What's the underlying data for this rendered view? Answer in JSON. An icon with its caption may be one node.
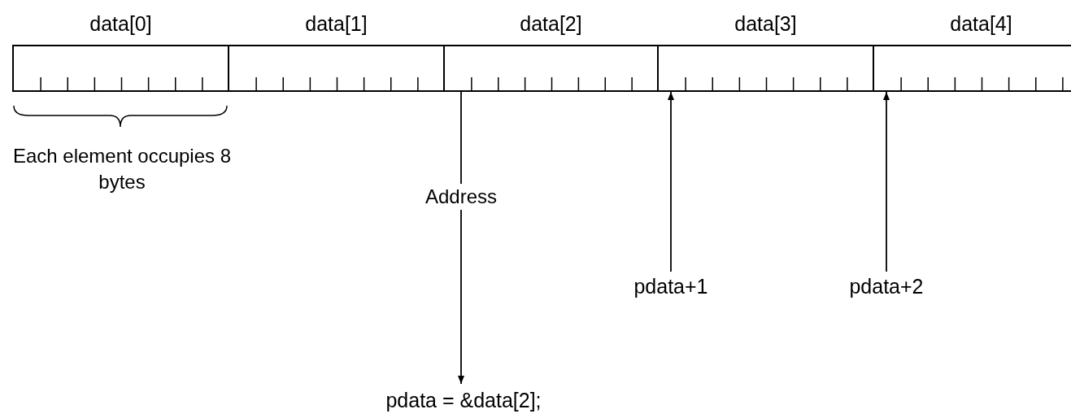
{
  "diagram": {
    "nodes": [
      {
        "text": [
          "data[0]"
        ]
      },
      {
        "text": [
          "data[1]"
        ]
      },
      {
        "text": [
          "data[2]"
        ]
      },
      {
        "text": [
          "data[3]"
        ]
      },
      {
        "text": [
          "data[4]"
        ]
      },
      {
        "text": [
          "pdata = &data[2];"
        ]
      },
      {
        "text": [
          "pdata+1"
        ]
      },
      {
        "text": [
          "pdata+2"
        ]
      }
    ],
    "edges": [
      {
        "from": 2,
        "to": 5,
        "arrow": "to",
        "label": "Address"
      },
      {
        "from": 6,
        "to": 3,
        "arrow": "to"
      },
      {
        "from": 7,
        "to": 4,
        "arrow": "to"
      }
    ],
    "labels": [
      "Each element occupies 8 bytes"
    ]
  }
}
